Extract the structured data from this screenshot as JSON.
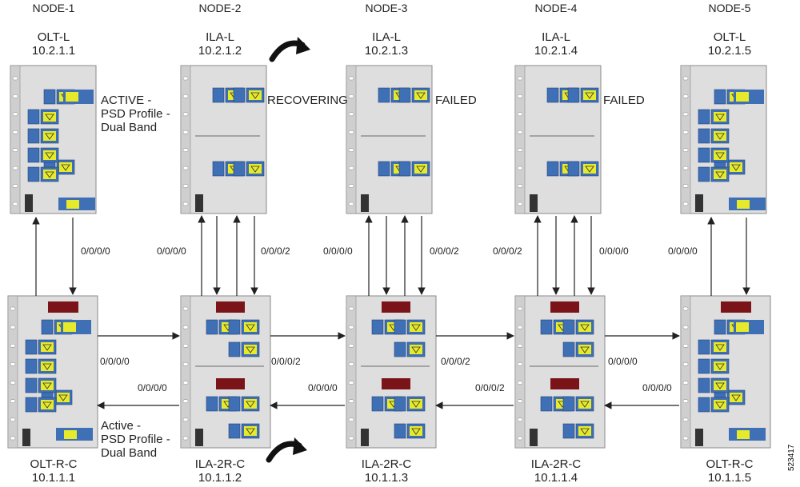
{
  "nodes": [
    {
      "name": "NODE-1",
      "top_device": "OLT-L",
      "top_ip": "10.2.1.1",
      "bottom_device": "OLT-R-C",
      "bottom_ip": "10.1.1.1"
    },
    {
      "name": "NODE-2",
      "top_device": "ILA-L",
      "top_ip": "10.2.1.2",
      "bottom_device": "ILA-2R-C",
      "bottom_ip": "10.1.1.2"
    },
    {
      "name": "NODE-3",
      "top_device": "ILA-L",
      "top_ip": "10.2.1.3",
      "bottom_device": "ILA-2R-C",
      "bottom_ip": "10.1.1.3"
    },
    {
      "name": "NODE-4",
      "top_device": "ILA-L",
      "top_ip": "10.2.1.4",
      "bottom_device": "ILA-2R-C",
      "bottom_ip": "10.1.1.4"
    },
    {
      "name": "NODE-5",
      "top_device": "OLT-L",
      "top_ip": "10.2.1.5",
      "bottom_device": "OLT-R-C",
      "bottom_ip": "10.1.1.5"
    }
  ],
  "status": {
    "node1_top": [
      "ACTIVE -",
      "PSD Profile -",
      "Dual Band"
    ],
    "node2_top": "RECOVERING",
    "node3_top": "FAILED",
    "node4_top": "FAILED",
    "node1_bottom": [
      "Active -",
      "PSD Profile -",
      "Dual Band"
    ]
  },
  "ports": {
    "v1": "0/0/0/0",
    "v2_left": "0/0/0/0",
    "v2_right": "0/0/0/2",
    "v3_left": "0/0/0/0",
    "v3_right": "0/0/0/2",
    "v4_left": "0/0/0/2",
    "v4_right": "0/0/0/0",
    "v5": "0/0/0/0",
    "h12_top": "0/0/0/0",
    "h12_bottom": "0/0/0/0",
    "h23_top": "0/0/0/2",
    "h23_bottom": "0/0/0/0",
    "h34_top": "0/0/0/2",
    "h34_bottom": "0/0/0/2",
    "h45_top": "0/0/0/0",
    "h45_bottom": "0/0/0/0"
  },
  "figure_number": "523417",
  "colors": {
    "chassis": "#dedede",
    "blue": "#3f6fb5",
    "yellow": "#e6ea2b",
    "red": "#7a1418",
    "text": "#222222"
  },
  "icons": {
    "recover": "curved-arrow-icon"
  }
}
